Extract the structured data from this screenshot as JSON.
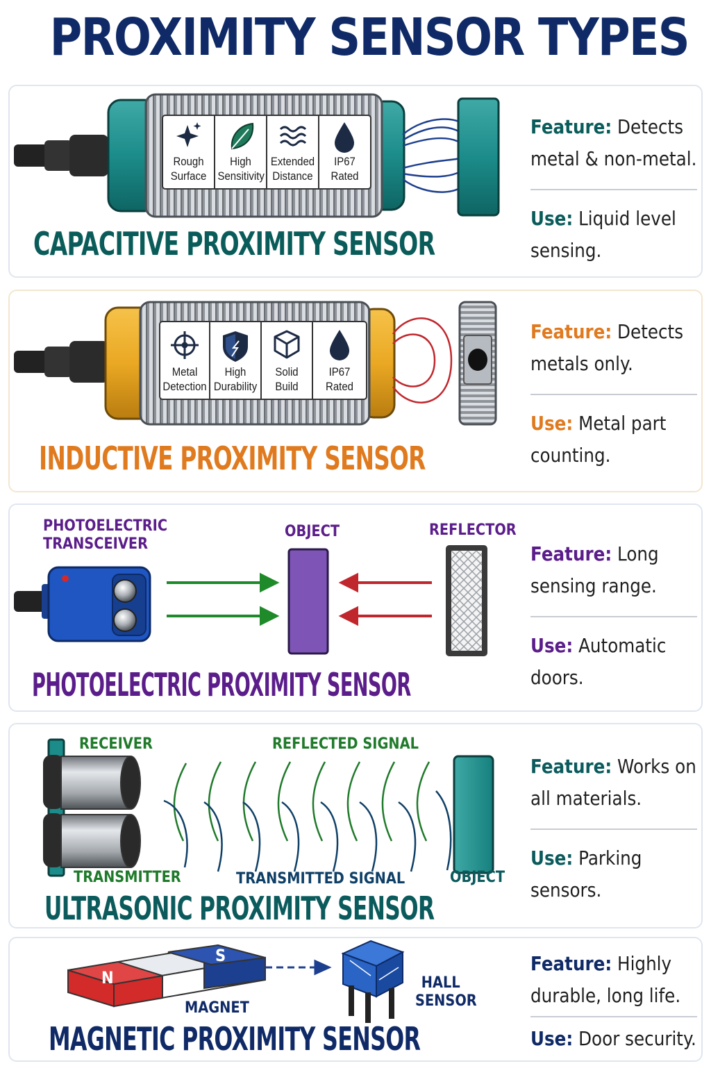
{
  "title": "PROXIMITY SENSOR TYPES",
  "colors": {
    "title": "#0f2a66",
    "capacitive": "#0a5c5a",
    "inductive": "#e07a1f",
    "photoelectric": "#5b1d8a",
    "ultrasonic": "#0b5a5c",
    "magnetic": "#0f2a66"
  },
  "capacitive": {
    "name": "CAPACITIVE PROXIMITY SENSOR",
    "badges": [
      {
        "icon": "sparkle-icon",
        "line1": "Rough",
        "line2": "Surface"
      },
      {
        "icon": "leaf-icon",
        "line1": "High",
        "line2": "Sensitivity"
      },
      {
        "icon": "waves-icon",
        "line1": "Extended",
        "line2": "Distance"
      },
      {
        "icon": "water-drop-icon",
        "line1": "IP67",
        "line2": "Rated"
      }
    ],
    "feature_label": "Feature:",
    "feature_line1": "Detects",
    "feature_line2": "metal & non-metal.",
    "use_label": "Use:",
    "use_line1": "Liquid level",
    "use_line2": "sensing."
  },
  "inductive": {
    "name": "INDUCTIVE PROXIMITY SENSOR",
    "badges": [
      {
        "icon": "crosshair-icon",
        "line1": "Metal",
        "line2": "Detection"
      },
      {
        "icon": "shield-icon",
        "line1": "High",
        "line2": "Durability"
      },
      {
        "icon": "cube-icon",
        "line1": "Solid",
        "line2": "Build"
      },
      {
        "icon": "water-drop-icon",
        "line1": "IP67",
        "line2": "Rated"
      }
    ],
    "feature_label": "Feature:",
    "feature_line1": "Detects",
    "feature_line2": "metals only.",
    "use_label": "Use:",
    "use_line1": "Metal part",
    "use_line2": "counting."
  },
  "photoelectric": {
    "name": "PHOTOELECTRIC PROXIMITY SENSOR",
    "transceiver_line1": "PHOTOELECTRIC",
    "transceiver_line2": "TRANSCEIVER",
    "object_label": "OBJECT",
    "reflector_label": "REFLECTOR",
    "feature_label": "Feature:",
    "feature_line1": "Long",
    "feature_line2": "sensing range.",
    "use_label": "Use:",
    "use_line1": "Automatic",
    "use_line2": "doors."
  },
  "ultrasonic": {
    "name": "ULTRASONIC PROXIMITY SENSOR",
    "receiver_label": "RECEIVER",
    "transmitter_label": "TRANSMITTER",
    "reflected_label": "REFLECTED SIGNAL",
    "transmitted_label": "TRANSMITTED SIGNAL",
    "object_label": "OBJECT",
    "feature_label": "Feature:",
    "feature_line1": "Works on",
    "feature_line2": "all materials.",
    "use_label": "Use:",
    "use_line1": "Parking",
    "use_line2": "sensors."
  },
  "magnetic": {
    "name": "MAGNETIC PROXIMITY SENSOR",
    "pole_n": "N",
    "pole_s": "S",
    "magnet_label": "MAGNET",
    "hall_line1": "HALL",
    "hall_line2": "SENSOR",
    "feature_label": "Feature:",
    "feature_line1": "Highly",
    "feature_line2": "durable, long life.",
    "use_label": "Use:",
    "use_line1": "Door security."
  }
}
